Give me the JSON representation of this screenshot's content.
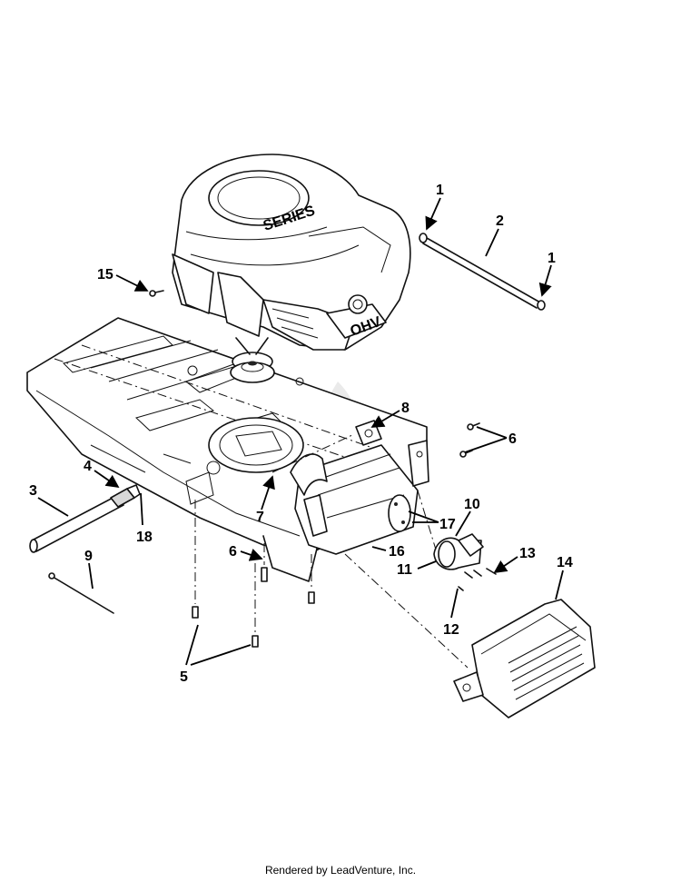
{
  "diagram": {
    "brand_text": "SERIES",
    "engine_badge": "OHV",
    "callouts": [
      {
        "id": "c1a",
        "label": "1"
      },
      {
        "id": "c1b",
        "label": "1"
      },
      {
        "id": "c2",
        "label": "2"
      },
      {
        "id": "c3",
        "label": "3"
      },
      {
        "id": "c4",
        "label": "4"
      },
      {
        "id": "c5",
        "label": "5"
      },
      {
        "id": "c6a",
        "label": "6"
      },
      {
        "id": "c6b",
        "label": "6"
      },
      {
        "id": "c7",
        "label": "7"
      },
      {
        "id": "c8",
        "label": "8"
      },
      {
        "id": "c9",
        "label": "9"
      },
      {
        "id": "c10",
        "label": "10"
      },
      {
        "id": "c11",
        "label": "11"
      },
      {
        "id": "c12",
        "label": "12"
      },
      {
        "id": "c13",
        "label": "13"
      },
      {
        "id": "c14",
        "label": "14"
      },
      {
        "id": "c15",
        "label": "15"
      },
      {
        "id": "c16",
        "label": "16"
      },
      {
        "id": "c17",
        "label": "17"
      },
      {
        "id": "c18",
        "label": "18"
      }
    ]
  },
  "footer": {
    "credit": "Rendered by LeadVenture, Inc."
  }
}
